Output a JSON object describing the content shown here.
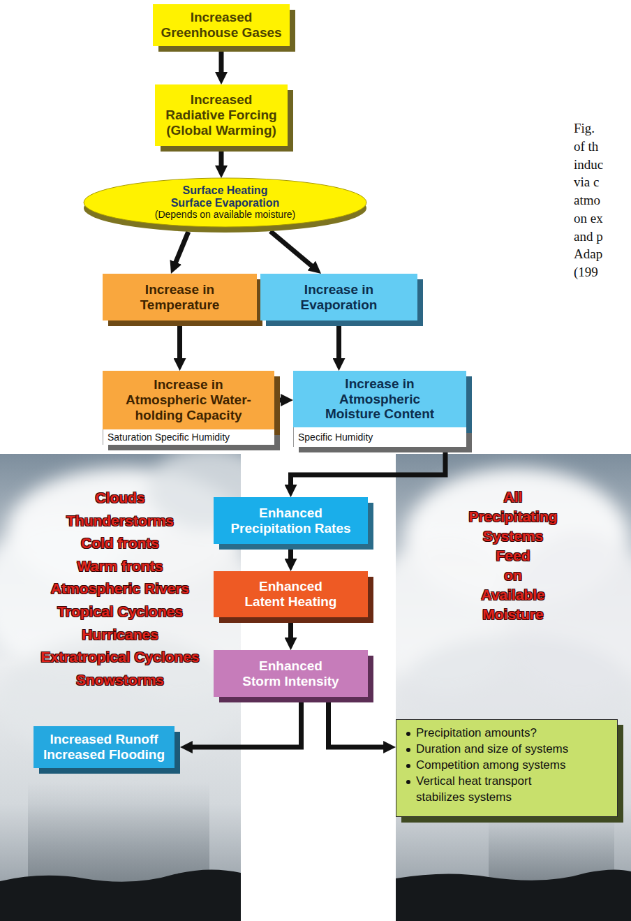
{
  "diagram": {
    "nodes": [
      {
        "text": [
          "Increased Greenhouse Gases"
        ]
      },
      {
        "text": [
          "Increased Radiative Forcing (Global Warming)"
        ]
      },
      {
        "text": [
          "Surface Heating Surface Evaporation",
          "(Depends on available moisture)"
        ]
      },
      {
        "text": [
          "Increase in Temperature"
        ]
      },
      {
        "text": [
          "Increase in Evaporation"
        ]
      },
      {
        "text": [
          "Increase in Atmospheric Water-holding Capacity",
          "Saturation Specific Humidity"
        ]
      },
      {
        "text": [
          "Increase in Atmospheric Moisture Content",
          "Specific Humidity"
        ]
      },
      {
        "text": [
          "Enhanced Precipitation Rates"
        ]
      },
      {
        "text": [
          "Enhanced Latent Heating"
        ]
      },
      {
        "text": [
          "Enhanced Storm Intensity"
        ]
      },
      {
        "text": [
          "Increased Runoff Increased Flooding"
        ]
      },
      {
        "text": [
          "Precipitation amounts?",
          "Duration and size of systems",
          "Competition among systems",
          "Vertical heat transport stabilizes systems"
        ]
      }
    ],
    "edges": [
      {
        "from": 0,
        "to": 1,
        "arrow": "to"
      },
      {
        "from": 1,
        "to": 2,
        "arrow": "to"
      },
      {
        "from": 2,
        "to": 3,
        "arrow": "to"
      },
      {
        "from": 2,
        "to": 4,
        "arrow": "to"
      },
      {
        "from": 3,
        "to": 5,
        "arrow": "to"
      },
      {
        "from": 4,
        "to": 6,
        "arrow": "to"
      },
      {
        "from": 5,
        "to": 6,
        "arrow": "to"
      },
      {
        "from": 6,
        "to": 7,
        "arrow": "to"
      },
      {
        "from": 7,
        "to": 8,
        "arrow": "to"
      },
      {
        "from": 8,
        "to": 9,
        "arrow": "to"
      },
      {
        "from": 9,
        "to": 10,
        "arrow": "to"
      },
      {
        "from": 9,
        "to": 11,
        "arrow": "to"
      }
    ],
    "labels": [
      "Clouds",
      "Thunderstorms",
      "Cold fronts",
      "Warm fronts",
      "Atmospheric Rivers",
      "Tropical Cyclones",
      "Hurricanes",
      "Extratropical Cyclones",
      "Snowstorms",
      "All Precipitating Systems Feed on Available Moisture",
      "Fig.",
      "of th",
      "induc",
      "via c",
      "atmo",
      "on ex",
      "and p",
      "Adap",
      "(199"
    ]
  }
}
